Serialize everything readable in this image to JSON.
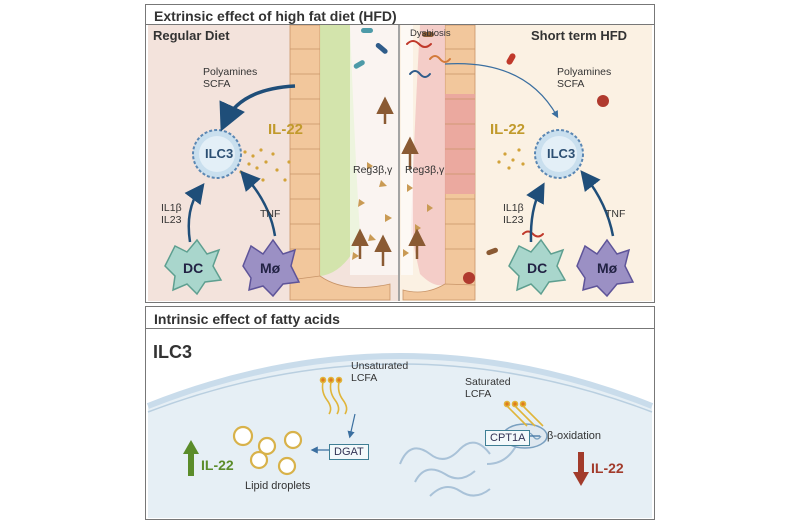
{
  "top_panel": {
    "title": "Extrinsic effect of high fat diet (HFD)",
    "left": {
      "heading": "Regular Diet",
      "metabolites": [
        "Polyamines",
        "SCFA"
      ],
      "il22": "IL-22",
      "ilc3": "ILC3",
      "cytokines": [
        "IL1β",
        "IL23"
      ],
      "tnf": "TNF",
      "dc": "DC",
      "macrophage": "Mø",
      "reg3": "Reg3β,γ"
    },
    "right": {
      "heading": "Short term HFD",
      "dysbiosis": "Dysbiosis",
      "metabolites": [
        "Polyamines",
        "SCFA"
      ],
      "il22": "IL-22",
      "ilc3": "ILC3",
      "cytokines": [
        "IL1β",
        "IL23"
      ],
      "tnf": "TNF",
      "dc": "DC",
      "macrophage": "Mø",
      "reg3": "Reg3β,γ"
    }
  },
  "bottom_panel": {
    "title": "Intrinsic effect of fatty acids",
    "ilc3": "ILC3",
    "unsaturated": [
      "Unsaturated",
      "LCFA"
    ],
    "saturated": [
      "Saturated",
      "LCFA"
    ],
    "dgat": "DGAT",
    "cpt1a": "CPT1A",
    "beta_ox": "β-oxidation",
    "il22_up": "IL-22",
    "il22_down": "IL-22",
    "lipid_droplets": "Lipid droplets"
  },
  "colors": {
    "regular_bg": "#f3e3dc",
    "hfd_bg": "#fbf1e3",
    "villus": "#f2c79c",
    "mucus_green": "#cfe3a6",
    "ilc3_fill": "#c9dfee",
    "dc_fill": "#a9d6cc",
    "mac_fill": "#9b90c4",
    "arrow_blue": "#1f4e79",
    "brown_arrow": "#8a5a33",
    "il22_gold": "#c19a2c",
    "up_green": "#5b8c2a",
    "down_red": "#a23b2b",
    "cell_bg": "#e6eff5"
  }
}
